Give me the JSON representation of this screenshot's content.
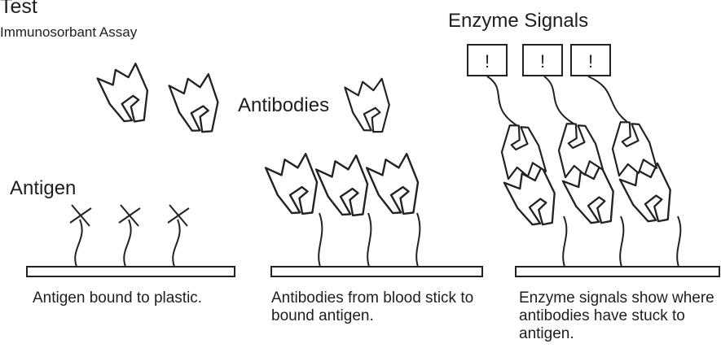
{
  "diagram": {
    "title": "Test",
    "subtitle": "Immunosorbant Assay",
    "labels": {
      "antibodies": "Antibodies",
      "antigen": "Antigen",
      "enzyme_signals": "Enzyme Signals"
    },
    "enzyme_box_symbol": "!",
    "panels": [
      {
        "caption": "Antigen bound to plastic."
      },
      {
        "caption": "Antibodies from blood stick to bound antigen."
      },
      {
        "caption": "Enzyme signals show where antibodies have stuck to antigen."
      }
    ]
  }
}
